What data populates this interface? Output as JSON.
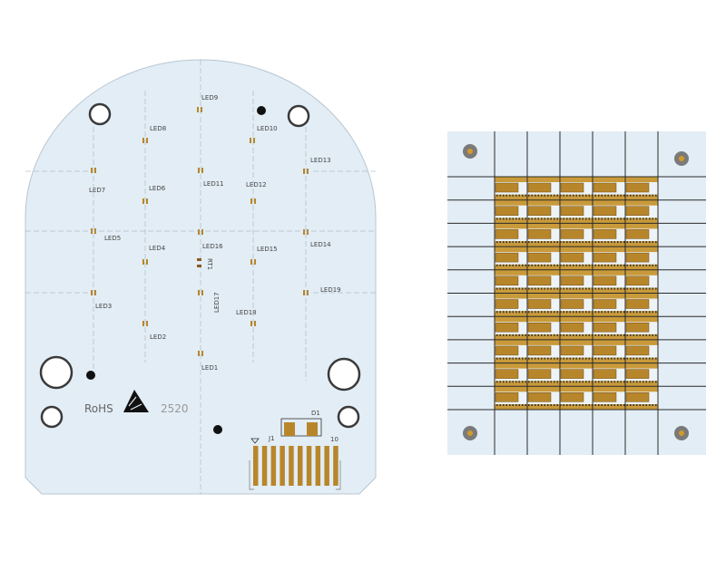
{
  "colors": {
    "board": "#e2edf5",
    "gold": "#b8862a",
    "grid": "#2a2a2a",
    "hole_ring": "#3a3a3a"
  },
  "left_board": {
    "leds": [
      {
        "label": "LED1"
      },
      {
        "label": "LED2"
      },
      {
        "label": "LED3"
      },
      {
        "label": "LED4"
      },
      {
        "label": "LED5"
      },
      {
        "label": "LED6"
      },
      {
        "label": "LED7"
      },
      {
        "label": "LED8"
      },
      {
        "label": "LED9"
      },
      {
        "label": "LED10"
      },
      {
        "label": "LED11"
      },
      {
        "label": "LED12"
      },
      {
        "label": "LED13"
      },
      {
        "label": "LED14"
      },
      {
        "label": "LED15"
      },
      {
        "label": "LED16"
      },
      {
        "label": "LED17"
      },
      {
        "label": "LED18"
      },
      {
        "label": "LED19"
      }
    ],
    "thermistor": "RT1",
    "rohs": "RoHS",
    "code": "2520",
    "diode": "D1",
    "connector": "J1",
    "connector_pin_count_label": "10",
    "connector_pins": 10
  },
  "right_board": {
    "pad_rows": 10,
    "pad_cols": 5
  }
}
